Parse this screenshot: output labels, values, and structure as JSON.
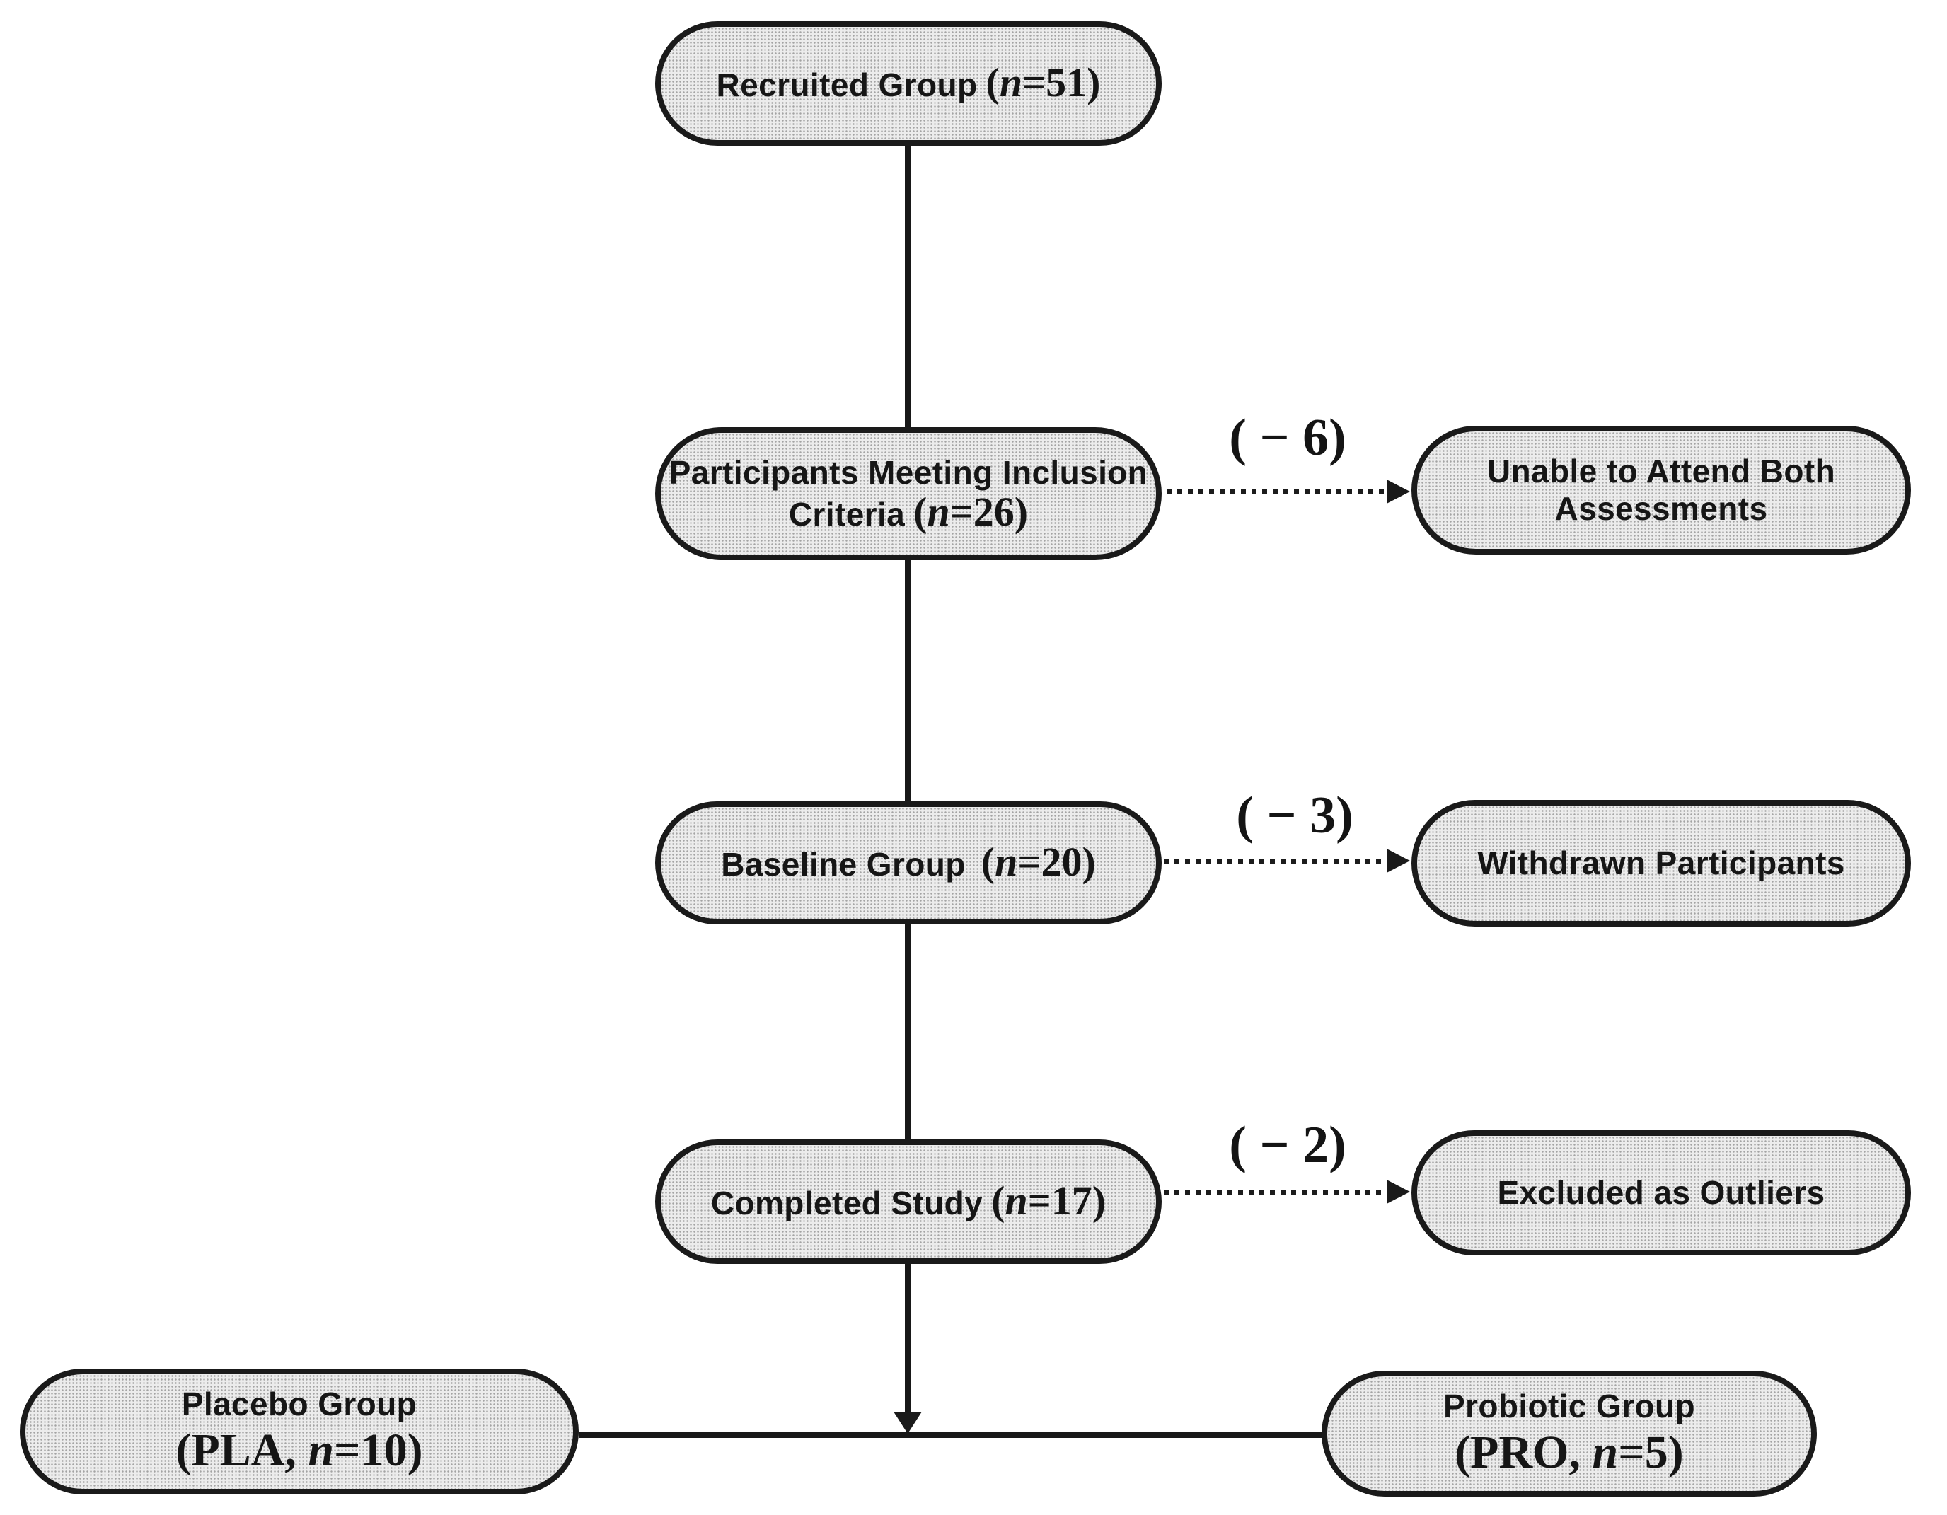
{
  "colors": {
    "ink": "#1a1a1a",
    "box_fill": "#ececec",
    "halftone_dot": "#a3a3a3",
    "background": "#ffffff"
  },
  "flow": {
    "recruited": {
      "title": "Recruited Group",
      "n_open": "(",
      "n_var": "n",
      "n_rest": "=51)"
    },
    "inclusion": {
      "title_line1": "Participants Meeting Inclusion",
      "title_line2": "Criteria",
      "n_open": "(",
      "n_var": "n",
      "n_rest": "=26)"
    },
    "baseline": {
      "title": "Baseline Group",
      "n_open": "(",
      "n_var": "n",
      "n_rest": "=20)"
    },
    "completed": {
      "title": "Completed Study",
      "n_open": "(",
      "n_var": "n",
      "n_rest": "=17)"
    }
  },
  "exclusions": [
    {
      "count": "( − 6)",
      "line1": "Unable to Attend Both",
      "line2": "Assessments"
    },
    {
      "count": "( − 3)",
      "line1": "Withdrawn Participants",
      "line2": ""
    },
    {
      "count": "( − 2)",
      "line1": "Excluded as Outliers",
      "line2": ""
    }
  ],
  "groups": {
    "placebo": {
      "title": "Placebo Group",
      "sub_open": "(PLA, ",
      "sub_var": "n",
      "sub_rest": "=10)"
    },
    "probiotic": {
      "title": "Probiotic Group",
      "sub_open": "(PRO, ",
      "sub_var": "n",
      "sub_rest": "=5)"
    }
  }
}
